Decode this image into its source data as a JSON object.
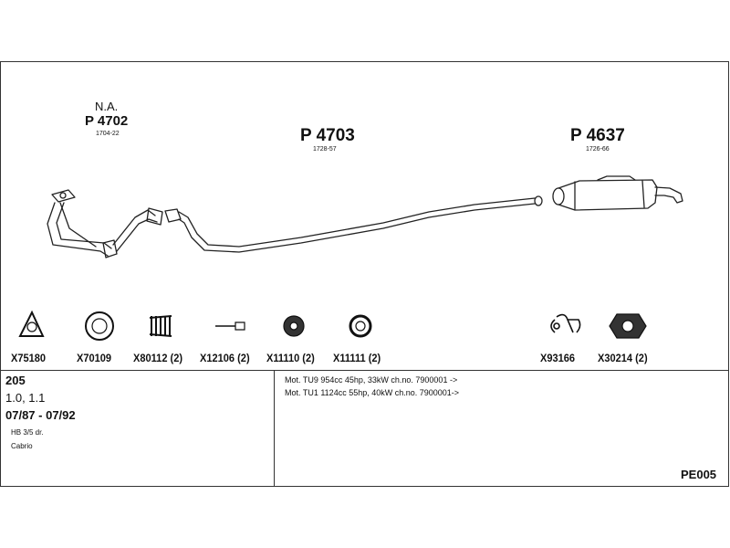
{
  "main_parts": [
    {
      "prefix": "N.A.",
      "code": "P 4702",
      "ref": "1704-22"
    },
    {
      "code": "P 4703",
      "ref": "1728-57"
    },
    {
      "code": "P 4637",
      "ref": "1726-66"
    }
  ],
  "accessories": [
    {
      "code": "X75180",
      "icon": "gasket-triangle-icon"
    },
    {
      "code": "X70109",
      "icon": "gasket-ring-icon"
    },
    {
      "code": "X80112 (2)",
      "icon": "spring-icon"
    },
    {
      "code": "X12106 (2)",
      "icon": "bolt-icon"
    },
    {
      "code": "X11110 (2)",
      "icon": "rubber-mount-icon"
    },
    {
      "code": "X11111 (2)",
      "icon": "rubber-ring-icon"
    },
    {
      "code": "X93166",
      "icon": "clamp-icon"
    },
    {
      "code": "X30214 (2)",
      "icon": "flange-gasket-icon"
    }
  ],
  "vehicle": {
    "model": "205",
    "engine_sizes": "1.0, 1.1",
    "years": "07/87 - 07/92",
    "body_types": [
      "HB 3/5 dr.",
      "Cabrio"
    ]
  },
  "engines": [
    "Mot. TU9 954cc 45hp, 33kW ch.no. 7900001 ->",
    "Mot. TU1 1124cc 55hp, 40kW ch.no. 7900001->"
  ],
  "diagram_code": "PE005"
}
